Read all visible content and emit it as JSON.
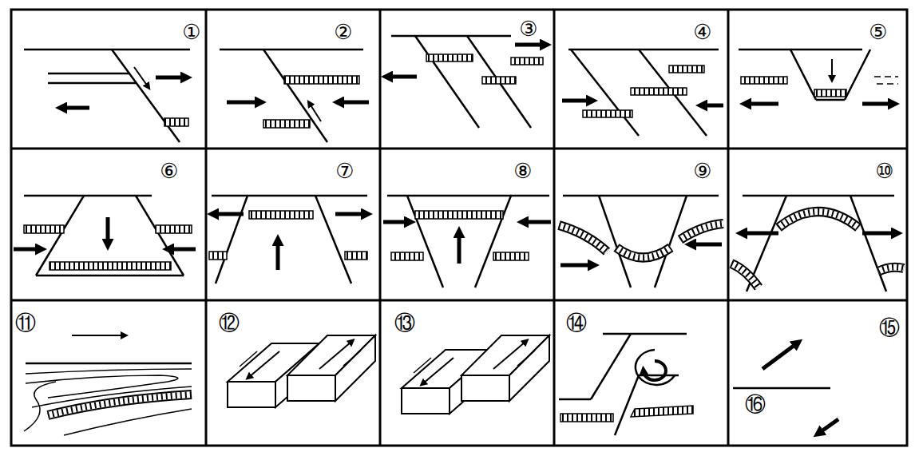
{
  "diagram": {
    "labels": [
      "①",
      "②",
      "③",
      "④",
      "⑤",
      "⑥",
      "⑦",
      "⑧",
      "⑨",
      "⑩",
      "⑪",
      "⑫",
      "⑬",
      "⑭",
      "⑮",
      "⑯"
    ]
  }
}
